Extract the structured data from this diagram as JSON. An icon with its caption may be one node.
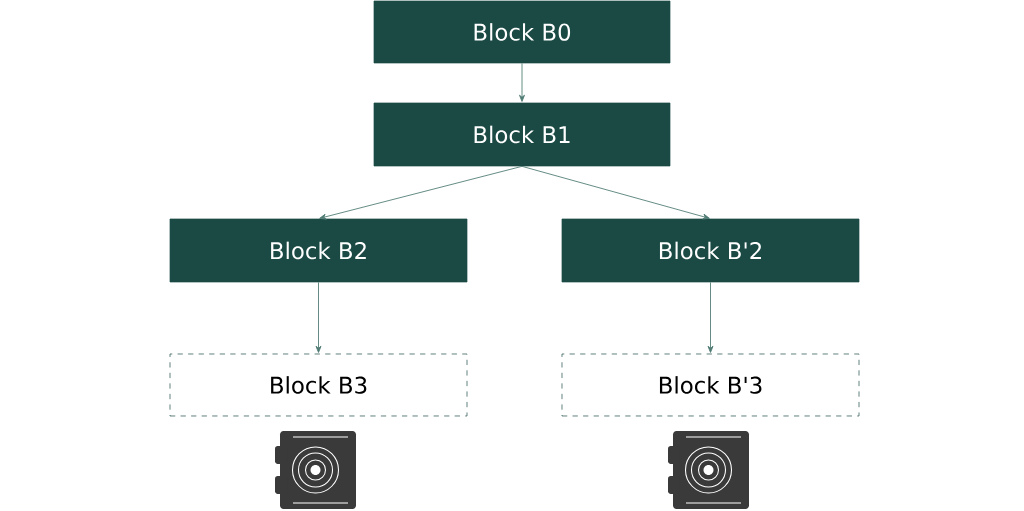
{
  "diagram": {
    "nodes": [
      {
        "text": [
          "Block B0"
        ]
      },
      {
        "text": [
          "Block B1"
        ]
      },
      {
        "text": [
          "Block B2"
        ]
      },
      {
        "text": [
          "Block B'2"
        ]
      },
      {
        "text": [
          "Block B3"
        ]
      },
      {
        "text": [
          "Block B'3"
        ]
      }
    ],
    "edges": [
      {
        "from": 0,
        "to": 1,
        "arrow": "to"
      },
      {
        "from": 1,
        "to": 2,
        "arrow": "to"
      },
      {
        "from": 1,
        "to": 3,
        "arrow": "to"
      },
      {
        "from": 2,
        "to": 4,
        "arrow": "to"
      },
      {
        "from": 3,
        "to": 5,
        "arrow": "to"
      }
    ]
  }
}
